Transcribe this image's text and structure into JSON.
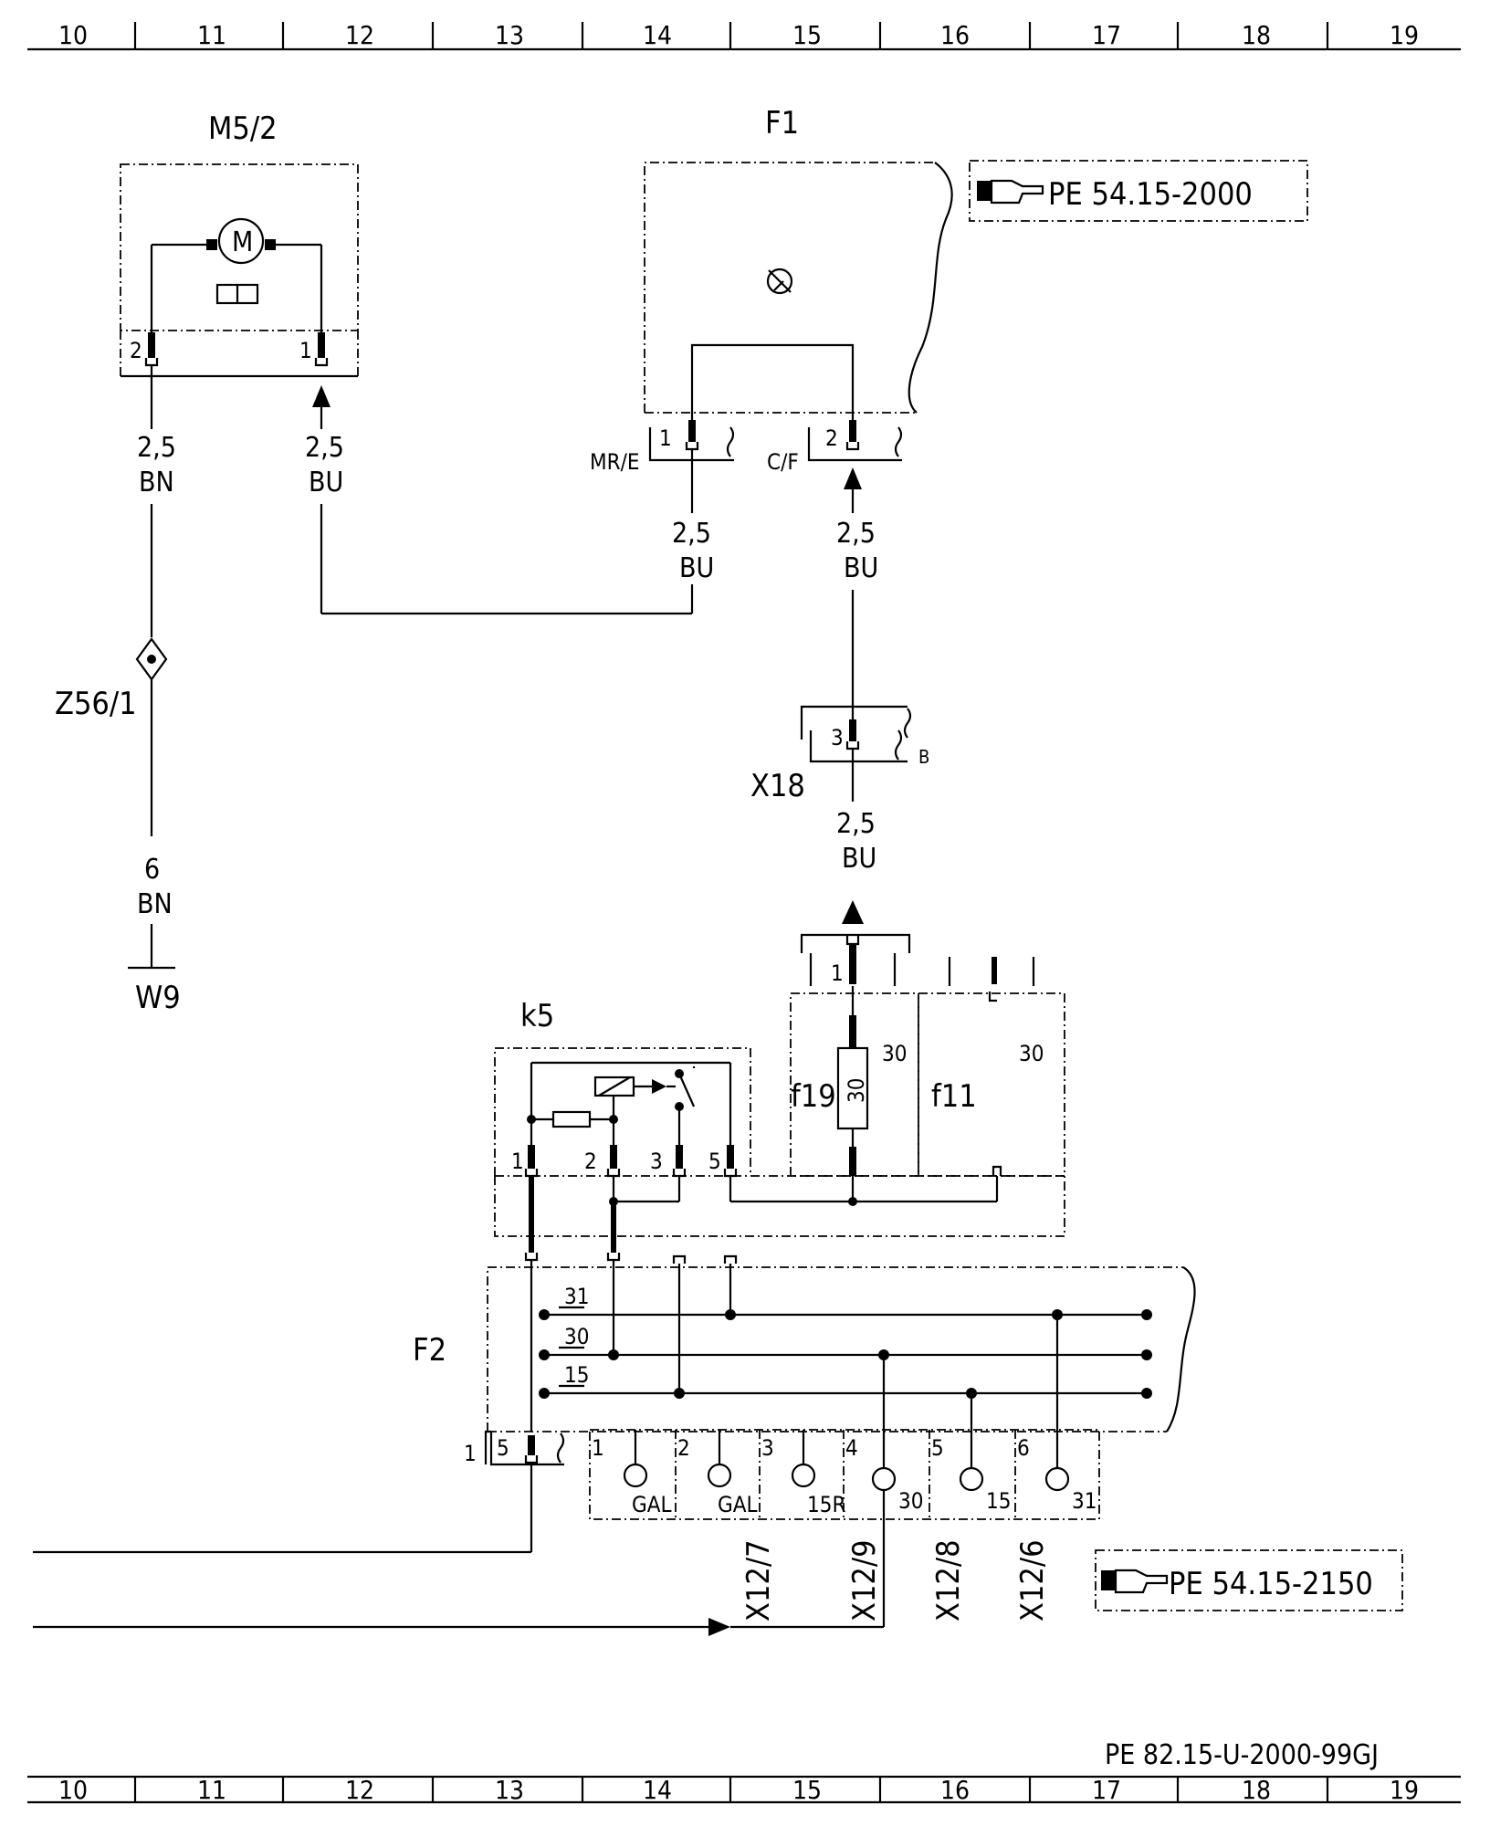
{
  "ruler": {
    "columns": [
      "10",
      "11",
      "12",
      "13",
      "14",
      "15",
      "16",
      "17",
      "18",
      "19"
    ]
  },
  "components": {
    "m5_2": {
      "label": "M5/2",
      "motor_symbol": "M",
      "pins": [
        "2",
        "1"
      ]
    },
    "f1": {
      "label": "F1",
      "pins": [
        "1",
        "2"
      ],
      "connectors": [
        "MR/E",
        "C/F"
      ]
    },
    "z56_1": {
      "label": "Z56/1"
    },
    "x18": {
      "label": "X18",
      "pin": "3",
      "side": "B"
    },
    "k5": {
      "label": "k5",
      "pins": [
        "1",
        "2",
        "3",
        "5"
      ]
    },
    "fuse_block": {
      "pin": "1",
      "f19": "f19",
      "f19_rating": "30",
      "f19_terminal": "30",
      "f11": "f11",
      "f11_terminal": "30"
    },
    "f2": {
      "label": "F2",
      "buses": [
        "31",
        "30",
        "15"
      ],
      "left_pin_outer": "1",
      "left_pin_inner": "5"
    },
    "w9": {
      "label": "W9"
    }
  },
  "wires": {
    "m5_pin2": {
      "size": "2,5",
      "color": "BN"
    },
    "m5_pin1": {
      "size": "2,5",
      "color": "BU"
    },
    "f1_pin1": {
      "size": "2,5",
      "color": "BU"
    },
    "f1_pin2": {
      "size": "2,5",
      "color": "BU"
    },
    "x18_out": {
      "size": "2,5",
      "color": "BU"
    },
    "ground": {
      "size": "6",
      "color": "BN"
    }
  },
  "f2_outputs": [
    {
      "num": "1",
      "label": "GAL"
    },
    {
      "num": "2",
      "label": "GAL"
    },
    {
      "num": "3",
      "label": "15R"
    },
    {
      "num": "4",
      "label": "30"
    },
    {
      "num": "5",
      "label": "15"
    },
    {
      "num": "6",
      "label": "31"
    }
  ],
  "x12_refs": [
    "X12/7",
    "X12/9",
    "X12/8",
    "X12/6"
  ],
  "references": {
    "ref_f1": "PE 54.15-2000",
    "ref_f2": "PE 54.15-2150"
  },
  "page_code": "PE 82.15-U-2000-99GJ"
}
